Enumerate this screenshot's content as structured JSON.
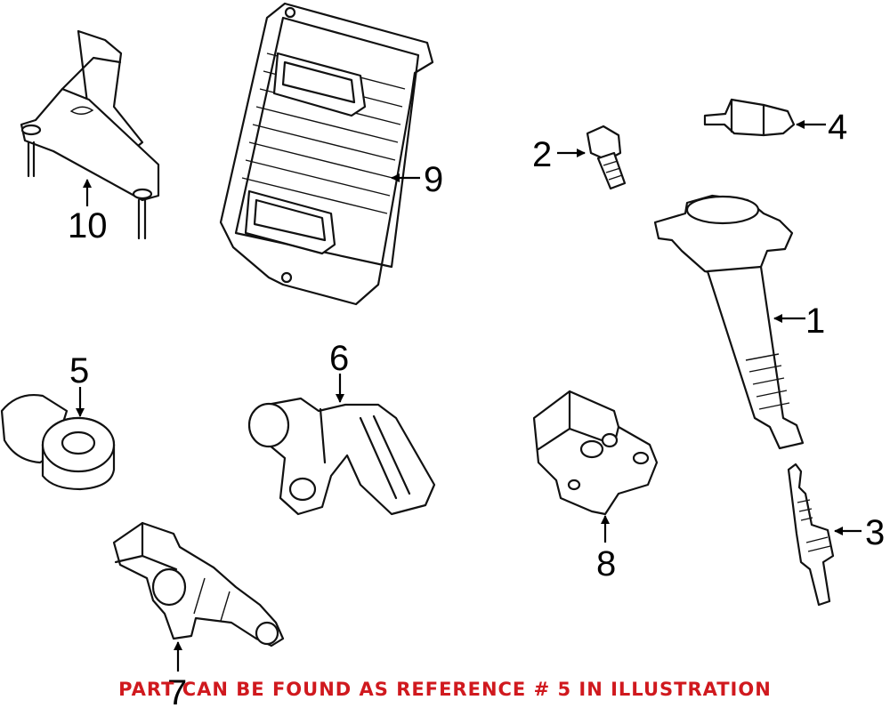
{
  "callouts": {
    "c1": "1",
    "c2": "2",
    "c3": "3",
    "c4": "4",
    "c5": "5",
    "c6": "6",
    "c7": "7",
    "c8": "8",
    "c9": "9",
    "c10": "10"
  },
  "notice": "PART CAN BE FOUND AS REFERENCE # 5 IN ILLUSTRATION",
  "colors": {
    "notice": "#d0191e",
    "line": "#111111",
    "background": "#ffffff"
  }
}
